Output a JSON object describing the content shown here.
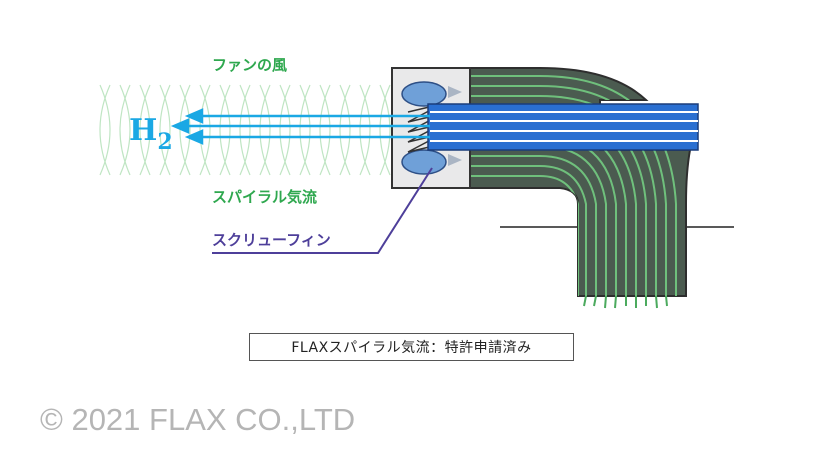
{
  "labels": {
    "fan_wind": "ファンの風",
    "spiral_flow": "スパイラル気流",
    "screw_fin": "スクリューフィン",
    "h2": "H",
    "h2_sub": "2",
    "patent": "FLAXスパイラル気流：特許申請済み",
    "copyright": "© 2021 FLAX CO.,LTD"
  },
  "colors": {
    "fan_green": "#2fa84f",
    "screw_purple": "#4e3f9a",
    "hydrogen_blue": "#1aa8e4",
    "pipe_blue": "#2a6fd1",
    "fin_green": "#4caa5e"
  }
}
